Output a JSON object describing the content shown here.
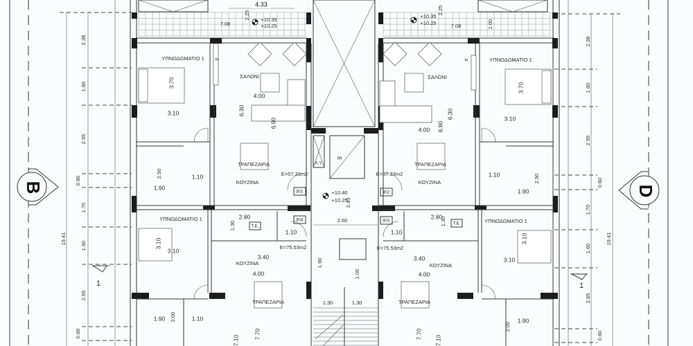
{
  "grid_axes": {
    "left": "B",
    "right": "D"
  },
  "section_markers": {
    "left": "1",
    "right": "1"
  },
  "dimensions": {
    "left_total": "19.41",
    "right_total": "19.41",
    "left_segments": [
      "2.38",
      "1.60",
      "2.95",
      "0.60",
      "1.70",
      "1.60",
      "2.65",
      "0.60"
    ],
    "right_segments": [
      "2.38",
      "1.60",
      "2.95",
      "0.60",
      "1.70",
      "1.60",
      "2.65",
      "0.60"
    ]
  },
  "balcony_left": {
    "width_top": "4.33",
    "depth": "2.25",
    "width": "7.08",
    "level_top": "+10.35",
    "level_bottom": "+10.25"
  },
  "balcony_right": {
    "depth": "2.25",
    "width": "7.08",
    "depth2": "1.00",
    "level_top": "+10.35",
    "level_bottom": "+10.25"
  },
  "unit_301": {
    "number": "301",
    "bedroom": "ΥΠΝΟΔΩΜΑΤΙΟ 1",
    "bedroom_depth": "3.70",
    "bedroom_width": "3.10",
    "tv": "tv",
    "living": "ΣΑΛΟΝΙ",
    "living_width": "4.00",
    "living_depth": "6.30",
    "living_depth2": "6.90",
    "dining": "ΤΡΑΠΕΖΑΡΙΑ",
    "kitchen": "ΚΟΥΖΙΝΑ",
    "area": "E=57.33m2",
    "bath_depth": "2.50",
    "bath_width": "1.90",
    "hall_width": "1.10"
  },
  "unit_302": {
    "number": "302",
    "bedroom": "ΥΠΝΟΔΩΜΑΤΙΟ 1",
    "bedroom_depth": "3.70",
    "bedroom_width": "3.10",
    "tv": "tv",
    "living": "ΣΑΛΟΝΙ",
    "living_width": "4.00",
    "living_depth": "6.30",
    "living_depth2": "6.90",
    "dining": "ΤΡΑΠΕΖΑΡΙΑ",
    "kitchen": "ΚΟΥΖΙΝΑ",
    "area": "E=57.33m2",
    "bath_depth": "2.50",
    "bath_width": "1.90",
    "hall_width": "1.10"
  },
  "unit_304": {
    "number": "304",
    "bedroom": "ΥΠΝΟΔΩΜΑΤΙΟ 1",
    "bedroom_depth": "3.10",
    "bedroom_width": "3.10",
    "wc_width": "2.80",
    "wc_depth": "1.30",
    "te": "T.E.",
    "hall_width": "1.10",
    "area": "E=75.53m2",
    "kitchen_width": "3.40",
    "kitchen": "ΚΟΥΖΙΝΑ",
    "dining_width": "4.00",
    "dining": "ΤΡΑΠΕΖΑΡΙΑ",
    "bath_width": "1.90",
    "bath_depth": "2.00",
    "hall2_width": "1.10",
    "depth_a": "7.10",
    "depth_b": "7.70"
  },
  "unit_303": {
    "number": "303",
    "bedroom": "ΥΠΝΟΔΩΜΑΤΙΟ 1",
    "bedroom_depth": "3.10",
    "bedroom_width": "3.10",
    "wc_width": "2.80",
    "wc_depth": "1.30",
    "te": "T.E.",
    "hall_width": "1.10",
    "area": "E=75.53m2",
    "kitchen_width": "3.40",
    "kitchen": "ΚΟΥΖΙΝΑ",
    "dining_width": "4.00",
    "dining": "ΤΡΑΠΕΖΑΡΙΑ",
    "bath_width": "1.90",
    "bath_depth": "2.00",
    "depth_a": "7.70",
    "depth_b": "7.10"
  },
  "core": {
    "shaft": "A.Y.",
    "lift": "lift",
    "level_top": "+10.40",
    "level_bottom": "+10.25",
    "landing_depth": "2.45",
    "landing_width": "2.60",
    "stair_gap": "1.90",
    "stair_landing": "1.00",
    "flight_left": "1.30",
    "flight_right": "1.30"
  }
}
